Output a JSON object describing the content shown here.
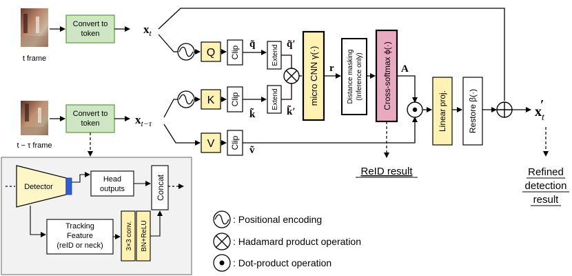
{
  "colors": {
    "green_fill": "#cfe6c4",
    "green_stroke": "#6aa84f",
    "yellow_fill": "#fff2b3",
    "pink_fill": "#e9a9c0",
    "detector_fill": "#fff6c8",
    "detector_blue": "#2f5fd1",
    "inset_bg": "#f2f2f2"
  },
  "inputs": {
    "frame_t_label": "t frame",
    "frame_tt_label": "t − τ frame",
    "convert_top": "Convert to token",
    "convert_bottom": "Convert to token",
    "x_t": "x",
    "x_t_sub": "t",
    "x_tt": "x",
    "x_tt_sub": "t−τ"
  },
  "blocks": {
    "q": "Q",
    "k": "K",
    "v": "V",
    "clip": "Clip",
    "extend": "Extend",
    "q_tilde": "q̃",
    "q_tilde_prime": "q̃′",
    "k_tilde": "k̃",
    "k_tilde_prime": "k̃′",
    "v_tilde": "ṽ",
    "micro_cnn": "micro CNN γ(·)",
    "r": "r",
    "distance_masking_1": "Distance masking",
    "distance_masking_2": "(Inference only)",
    "cross_softmax": "Cross-softmax ϕ(·)",
    "a": "A",
    "linear_proj": "Linear proj.",
    "restore": "Restore β(·)",
    "x_out": "x",
    "x_out_sub": "t",
    "x_out_prime": "′"
  },
  "outputs": {
    "reid_result": "ReID result",
    "refined_1": "Refined",
    "refined_2": "detection",
    "refined_3": "result"
  },
  "inset": {
    "detector": "Detector",
    "head_1": "Head",
    "head_2": "outputs",
    "concat": "Concat",
    "tracking_1": "Tracking",
    "tracking_2": "Feature",
    "tracking_3": "(reID or neck)",
    "conv": "3×3 conv.",
    "bn": "BN+ReLU"
  },
  "legend": {
    "positional": ": Positional encoding",
    "hadamard": ": Hadamard product operation",
    "dot": ": Dot-product operation"
  }
}
